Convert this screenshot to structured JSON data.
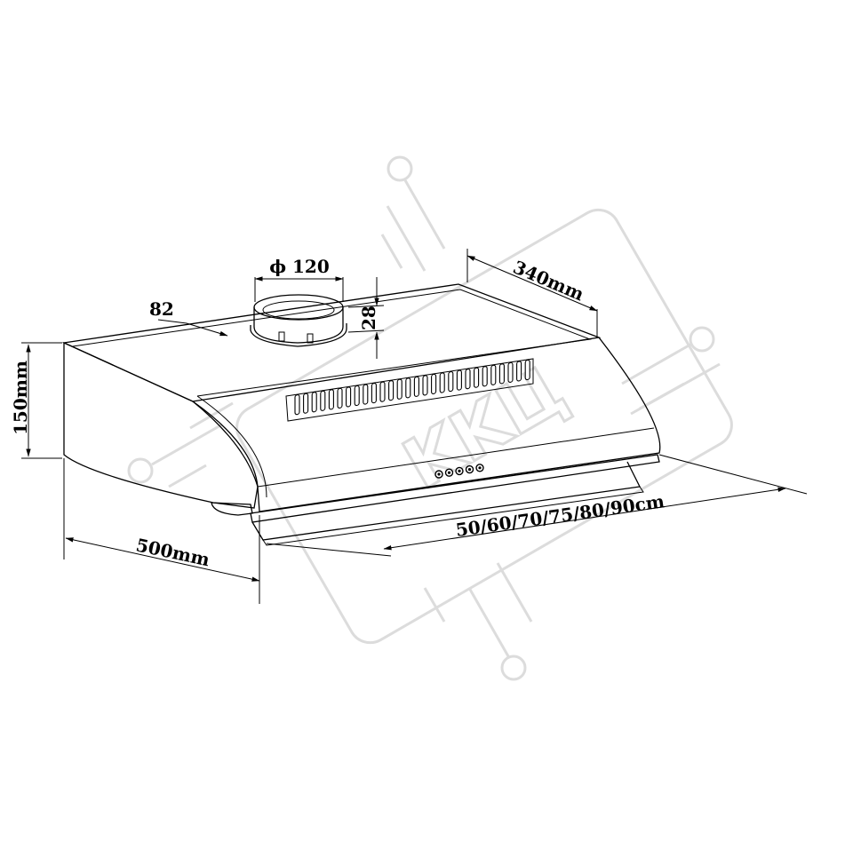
{
  "watermark": {
    "text": "KKЦ"
  },
  "dimensions": {
    "duct_diameter": "ϕ 120",
    "rear_offset": "82",
    "collar_height": "28",
    "depth_top": "340mm",
    "height": "150mm",
    "depth_bottom": "500mm",
    "widths": "50/60/70/75/80/90cm"
  },
  "controls": {
    "button_count": 5
  },
  "grille": {
    "slot_count": 28
  }
}
